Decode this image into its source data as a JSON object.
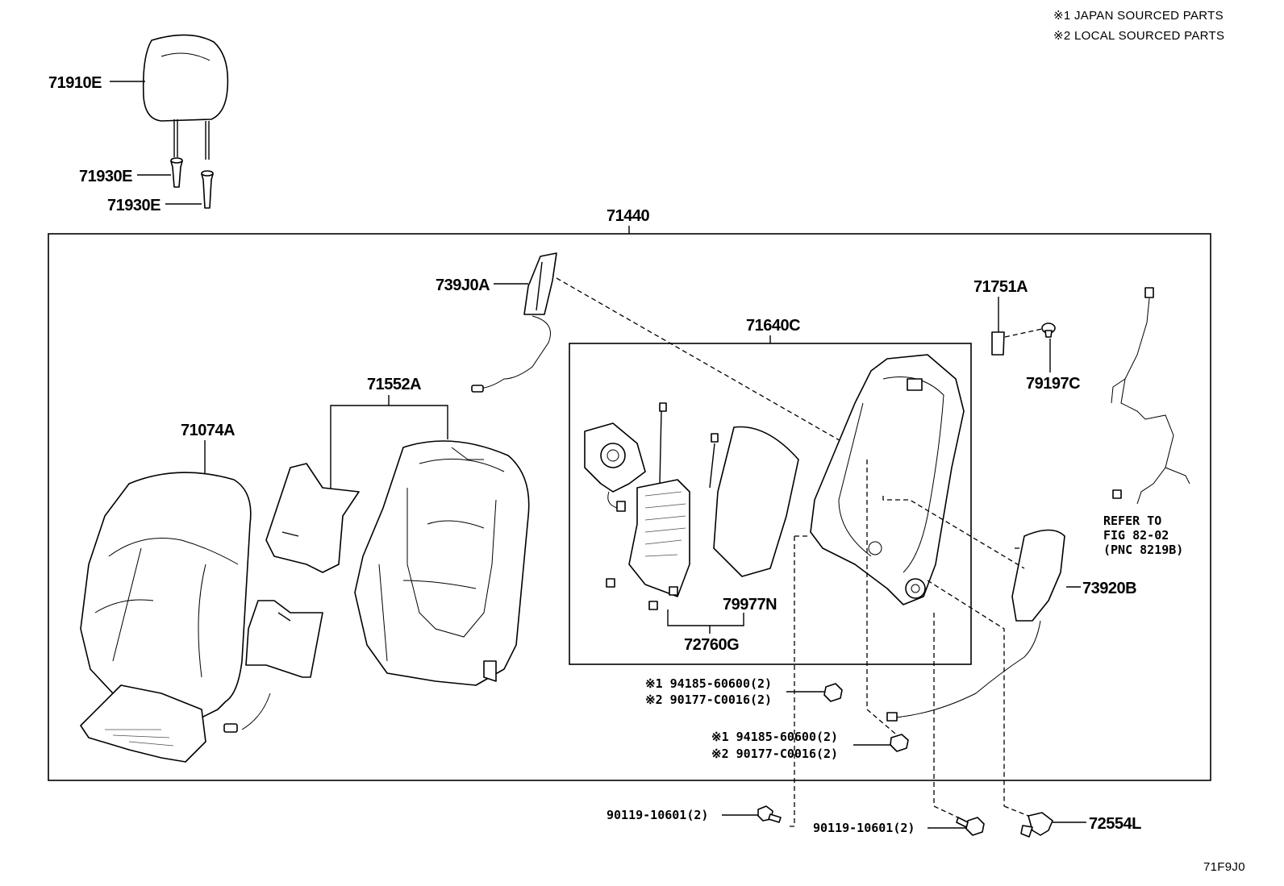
{
  "notes": {
    "note1": "※1 JAPAN SOURCED PARTS",
    "note2": "※2 LOCAL SOURCED PARTS"
  },
  "labels": {
    "headrest": "71910E",
    "guide1": "71930E",
    "guide2": "71930E",
    "assembly": "71440",
    "cover": "71074A",
    "pad": "71552A",
    "heater": "739J0A",
    "frame": "71640C",
    "lumbar": "72760G",
    "pad_plate": "79977N",
    "bracket": "71751A",
    "bracket_bolt": "79197C",
    "refer_line1": "REFER TO",
    "refer_line2": "FIG 82-02",
    "refer_line3": "(PNC 8219B)",
    "side_airbag": "73920B",
    "nut1a": "※1 94185-60600(2)",
    "nut1b": "※2 90177-C0016(2)",
    "nut2a": "※1 94185-60600(2)",
    "nut2b": "※2 90177-C0016(2)",
    "bolt_left": "90119-10601(2)",
    "bolt_right": "90119-10601(2)",
    "clip": "72554L",
    "figure_id": "71F9J0"
  }
}
